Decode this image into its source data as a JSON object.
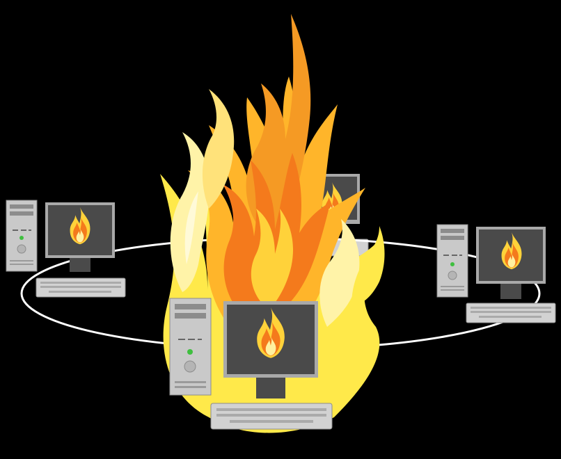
{
  "diagram": {
    "background": "#000000",
    "ring_color": "#ffffff",
    "flame_colors": {
      "outer": "#ffe94a",
      "mid": "#ffb52a",
      "inner": "#f47a1c",
      "core": "#ffd23a",
      "highlight": "#fff7c0"
    },
    "computer_colors": {
      "case": "#c9c9c9",
      "case_dark": "#8c8c8c",
      "screen": "#4a4a4a",
      "bezel": "#a9a9a9",
      "keyboard": "#d2d2d2",
      "power_led": "#3fbf3f"
    },
    "nodes": [
      {
        "name": "workstation-left",
        "icon": "desktop-computer-icon"
      },
      {
        "name": "workstation-back",
        "icon": "desktop-computer-icon"
      },
      {
        "name": "workstation-right",
        "icon": "desktop-computer-icon"
      },
      {
        "name": "workstation-front",
        "icon": "desktop-computer-icon"
      }
    ],
    "central_icon": "fire-icon"
  }
}
